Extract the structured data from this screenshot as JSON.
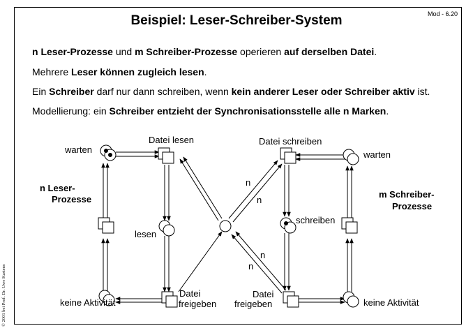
{
  "slide_id": "Mod - 6.20",
  "title": "Beispiel: Leser-Schreiber-System",
  "copyright": "© 2001 bei Prof. Dr. Uwe Kastens",
  "lines": [
    [
      {
        "t": "n Leser-Prozesse",
        "b": true
      },
      {
        "t": " und ",
        "b": false
      },
      {
        "t": "m Schreiber-Prozesse",
        "b": true
      },
      {
        "t": " operieren ",
        "b": false
      },
      {
        "t": "auf derselben Datei",
        "b": true
      },
      {
        "t": ".",
        "b": false
      }
    ],
    [
      {
        "t": "Mehrere ",
        "b": false
      },
      {
        "t": "Leser",
        "b": true
      },
      {
        "t": " ",
        "b": false
      },
      {
        "t": "können zugleich lesen",
        "b": true
      },
      {
        "t": ".",
        "b": false
      }
    ],
    [
      {
        "t": "Ein ",
        "b": false
      },
      {
        "t": "Schreiber",
        "b": true
      },
      {
        "t": " darf nur dann schreiben, wenn ",
        "b": false
      },
      {
        "t": "kein anderer Leser oder Schreiber aktiv",
        "b": true
      },
      {
        "t": " ist.",
        "b": false
      }
    ],
    [
      {
        "t": "Modellierung: ein ",
        "b": false
      },
      {
        "t": "Schreiber entzieht der Synchronisationsstelle alle n Marken",
        "b": true
      },
      {
        "t": ".",
        "b": false
      }
    ]
  ],
  "diagram": {
    "left_group": {
      "line1": "n  Leser-",
      "line2": "Prozesse"
    },
    "right_group": {
      "line1": "m  Schreiber-",
      "line2": "Prozesse"
    },
    "labels": {
      "warten_left": "warten",
      "datei_lesen": "Datei lesen",
      "lesen": "lesen",
      "keine_aktivitaet_left": "keine Aktivität",
      "datei_freigeben_left_1": "Datei",
      "datei_freigeben_left_2": "freigeben",
      "datei_schreiben": "Datei schreiben",
      "warten_right": "warten",
      "schreiben": "schreiben",
      "keine_aktivitaet_right": "keine Aktivität",
      "datei_freigeben_right_1": "Datei",
      "datei_freigeben_right_2": "freigeben",
      "n": "n"
    }
  }
}
